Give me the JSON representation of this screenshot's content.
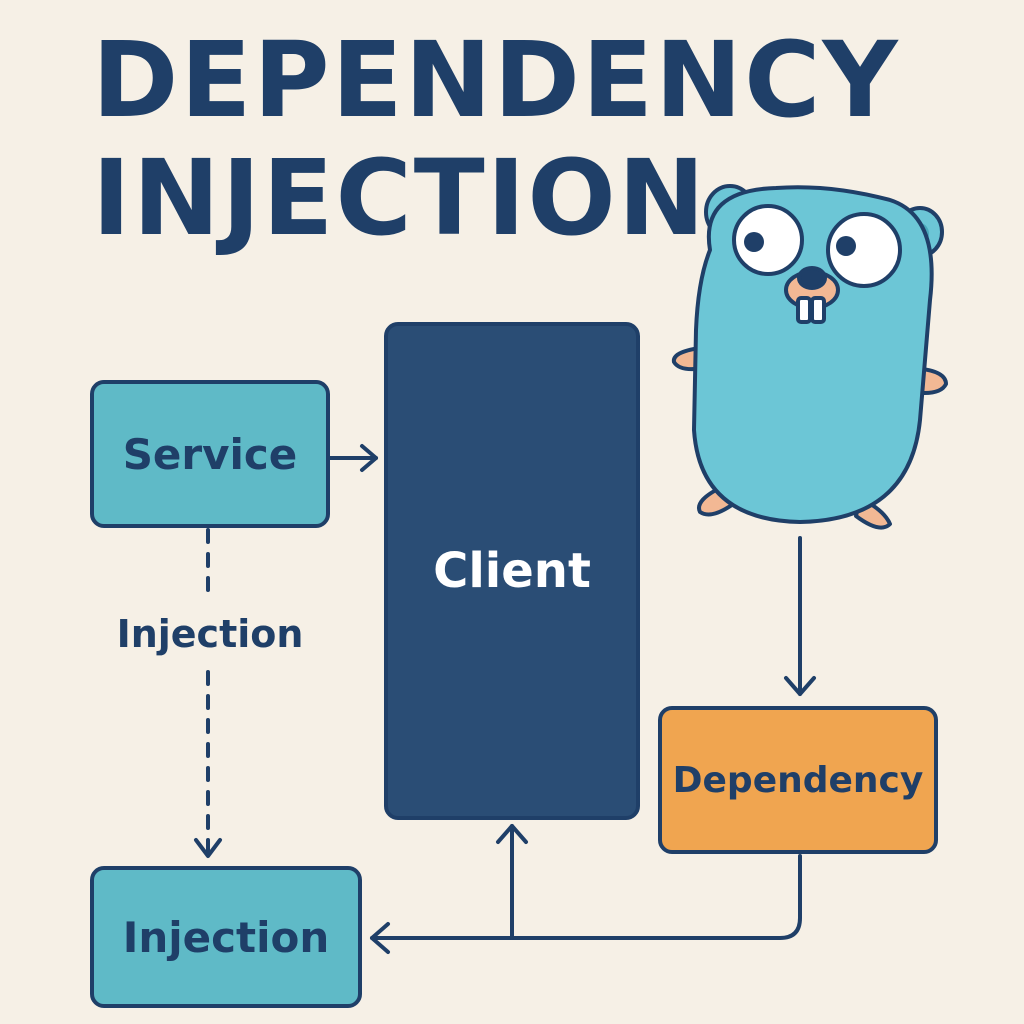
{
  "title": {
    "line1": "DEPENDENCY",
    "line2": "INJECTION"
  },
  "nodes": {
    "service": "Service",
    "client": "Client",
    "dependency": "Dependency",
    "injection": "Injection"
  },
  "edges": {
    "service_to_injection_label": "Injection"
  },
  "mascot": "gopher-icon",
  "colors": {
    "background": "#f6f0e6",
    "navy": "#1f3f68",
    "client": "#2a4d75",
    "teal": "#5fbac7",
    "orange": "#f0a550",
    "gopher": "#6cc6d6"
  }
}
